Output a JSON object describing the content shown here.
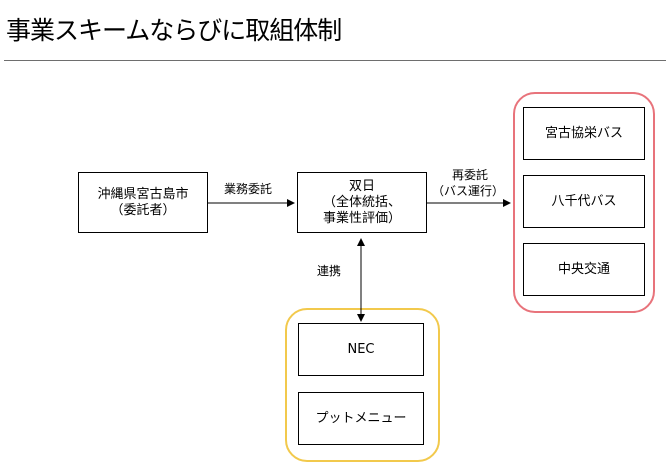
{
  "title": "事業スキームならびに取組体制",
  "colors": {
    "red_group_border": "#e8737b",
    "yellow_group_border": "#f2c94c",
    "line": "#000000"
  },
  "nodes": {
    "city": {
      "line1": "沖縄県宮古島市",
      "line2": "（委託者）"
    },
    "futabi": {
      "line1": "双日",
      "line2": "（全体統括、",
      "line3": "事業性評価）"
    },
    "miyako_kyoei": {
      "label": "宮古協栄バス"
    },
    "yachiyo": {
      "label": "八千代バス"
    },
    "chuo": {
      "label": "中央交通"
    },
    "nec": {
      "label": "NEC"
    },
    "putt_menu": {
      "label": "プットメニュー"
    }
  },
  "edges": {
    "gyomu_itaku": "業務委託",
    "sai_itaku_1": "再委託",
    "sai_itaku_2": "（バス運行）",
    "renkei": "連携"
  }
}
